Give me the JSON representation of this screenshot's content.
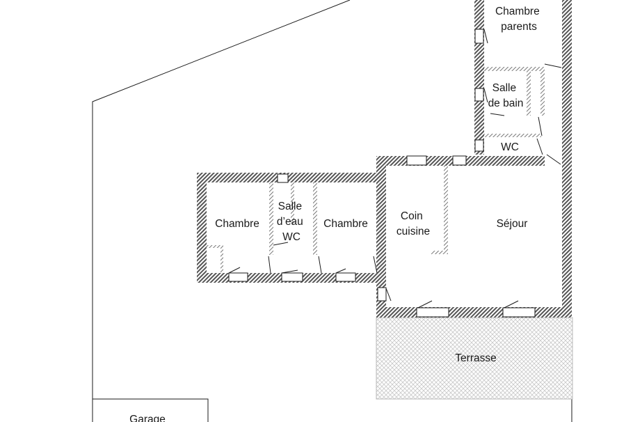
{
  "rooms": {
    "chambre_parents": [
      "Chambre",
      "parents"
    ],
    "salle_de_bain": [
      "Salle",
      "de bain"
    ],
    "wc_top": [
      "WC"
    ],
    "chambre_left": [
      "Chambre"
    ],
    "salle_deau": [
      "Salle",
      "d’eau",
      "WC"
    ],
    "chambre_mid": [
      "Chambre"
    ],
    "coin_cuisine": [
      "Coin",
      "cuisine"
    ],
    "sejour": [
      "Séjour"
    ],
    "terrasse": [
      "Terrasse"
    ],
    "garage": [
      "Garage"
    ]
  },
  "colors": {
    "line": "#1a1a1a",
    "hatch": "#555555",
    "terrace": "#b8b8b8"
  }
}
